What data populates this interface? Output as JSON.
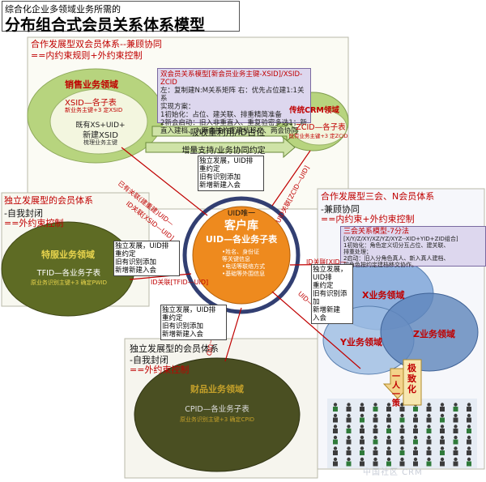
{
  "header": {
    "line1": "综合化企业多领域业务所需的",
    "line2": "分布组合式会员关系体系模型"
  },
  "panel_top": {
    "title1": "合作发展型双会员体系--兼顾协同",
    "title2": "==内约束规则+外约束控制",
    "sales": {
      "name": "销售业务领域",
      "xsid": "XSID—各子表",
      "xsid_note": "新业务主键+3 定XSID",
      "new1": "既有XS+UID+",
      "new2": "新建XSID",
      "new3": "梳理业务主键"
    },
    "model_box": {
      "title": "双会员关系模型[新会员业务主键-XSID]/XSID-ZCID",
      "lines": [
        "左：复制建N:M关系矩阵 右：优先占位建1:1关系",
        "实现方案：",
        "1初始化：占位、建关联、排重精简准备",
        "2新会启动：旧入非重直入、重复验密多选1；新",
        "直入建档、入两会按约定建档移交、两会协同"
      ]
    },
    "bar1": "吸收重利用/ID占位",
    "bar2": "增量支持/业务协同约定",
    "crm": {
      "name": "传统CRM领域",
      "zcid": "ZCID—各子表",
      "note": "既有业务主键+3 定ZCID"
    }
  },
  "panel_left": {
    "title1": "独立发展型的会员体系",
    "title2": "-自我封闭",
    "title3": "==外约束控制",
    "domain": {
      "name": "特服业务领域",
      "tfid": "TFID—各业务子表",
      "note": "原业务识别主键+3 确定PWID"
    }
  },
  "panel_right": {
    "title1": "合作发展型三会、N会员体系",
    "title2": "-兼顾协同",
    "title3": "==内约束+外约束控制",
    "model": {
      "title": "三会关系模型-7分法",
      "lines": [
        "[X/Y/Z/XY/XZ/YZ/XYZ--XID+YID+ZID组合]",
        "1初始化：角色定义切分互占位、建关联、",
        "排重处理；",
        "2启动：旧入分角色真人、新入真人建档、",
        "按角色按约定建档移交协作。"
      ]
    },
    "x": "X业务领域",
    "y": "Y业务领域",
    "z": "Z业务领域",
    "sign1": "一人一策",
    "sign2": "极致化"
  },
  "panel_bottom": {
    "title1": "独立发展型的会员体系",
    "title2": "-自我封闭",
    "title3": "==外约束控制",
    "domain": {
      "name": "财品业务领域",
      "cpid": "CPID—各业务子表",
      "note": "原业务识别主键+3 确定CPID"
    }
  },
  "center": {
    "top_label": "UID唯一",
    "name": "客户库",
    "uid": "UID—各业务子表",
    "items": [
      "•姓名、身份证",
      "等关键信息",
      "•电话等联络方式",
      "•基础等外围信息"
    ]
  },
  "links": {
    "xsid": "已有关联(建重建)UID—",
    "xsid2": "ID关联[XSID—UID]",
    "zcid": "UID关联[ZCID—UID]",
    "tfid": "ID关联[TFID—UID]",
    "xid": "ID关联[XID—",
    "yid": "UID—UID",
    "cpid": "UID关联—UID"
  },
  "text_boxes": {
    "tb1": [
      "独立发展，UID排",
      "重约定",
      "旧有识别添加",
      "新增新建入会"
    ],
    "tb2": [
      "独立发展，UID排",
      "重约定",
      "旧有识别添加",
      "新增新建入会"
    ],
    "tb3": [
      "独立发展，UID排",
      "重约定",
      "旧有识别添加",
      "新增新建入会"
    ],
    "tb4": [
      "独立发展，",
      "UID排",
      "重约定",
      "旧有识别添加",
      "新增新建",
      "入会"
    ]
  },
  "watermark": "中国社区 CRM",
  "colors": {
    "title_red": "#c00000",
    "green_light": "#bcd89a",
    "olive": "#5e6b24",
    "olive_dark": "#4a4f22",
    "orange": "#ee8a1e",
    "blue": "#7da3d6",
    "lavender": "#ddd7ee"
  }
}
